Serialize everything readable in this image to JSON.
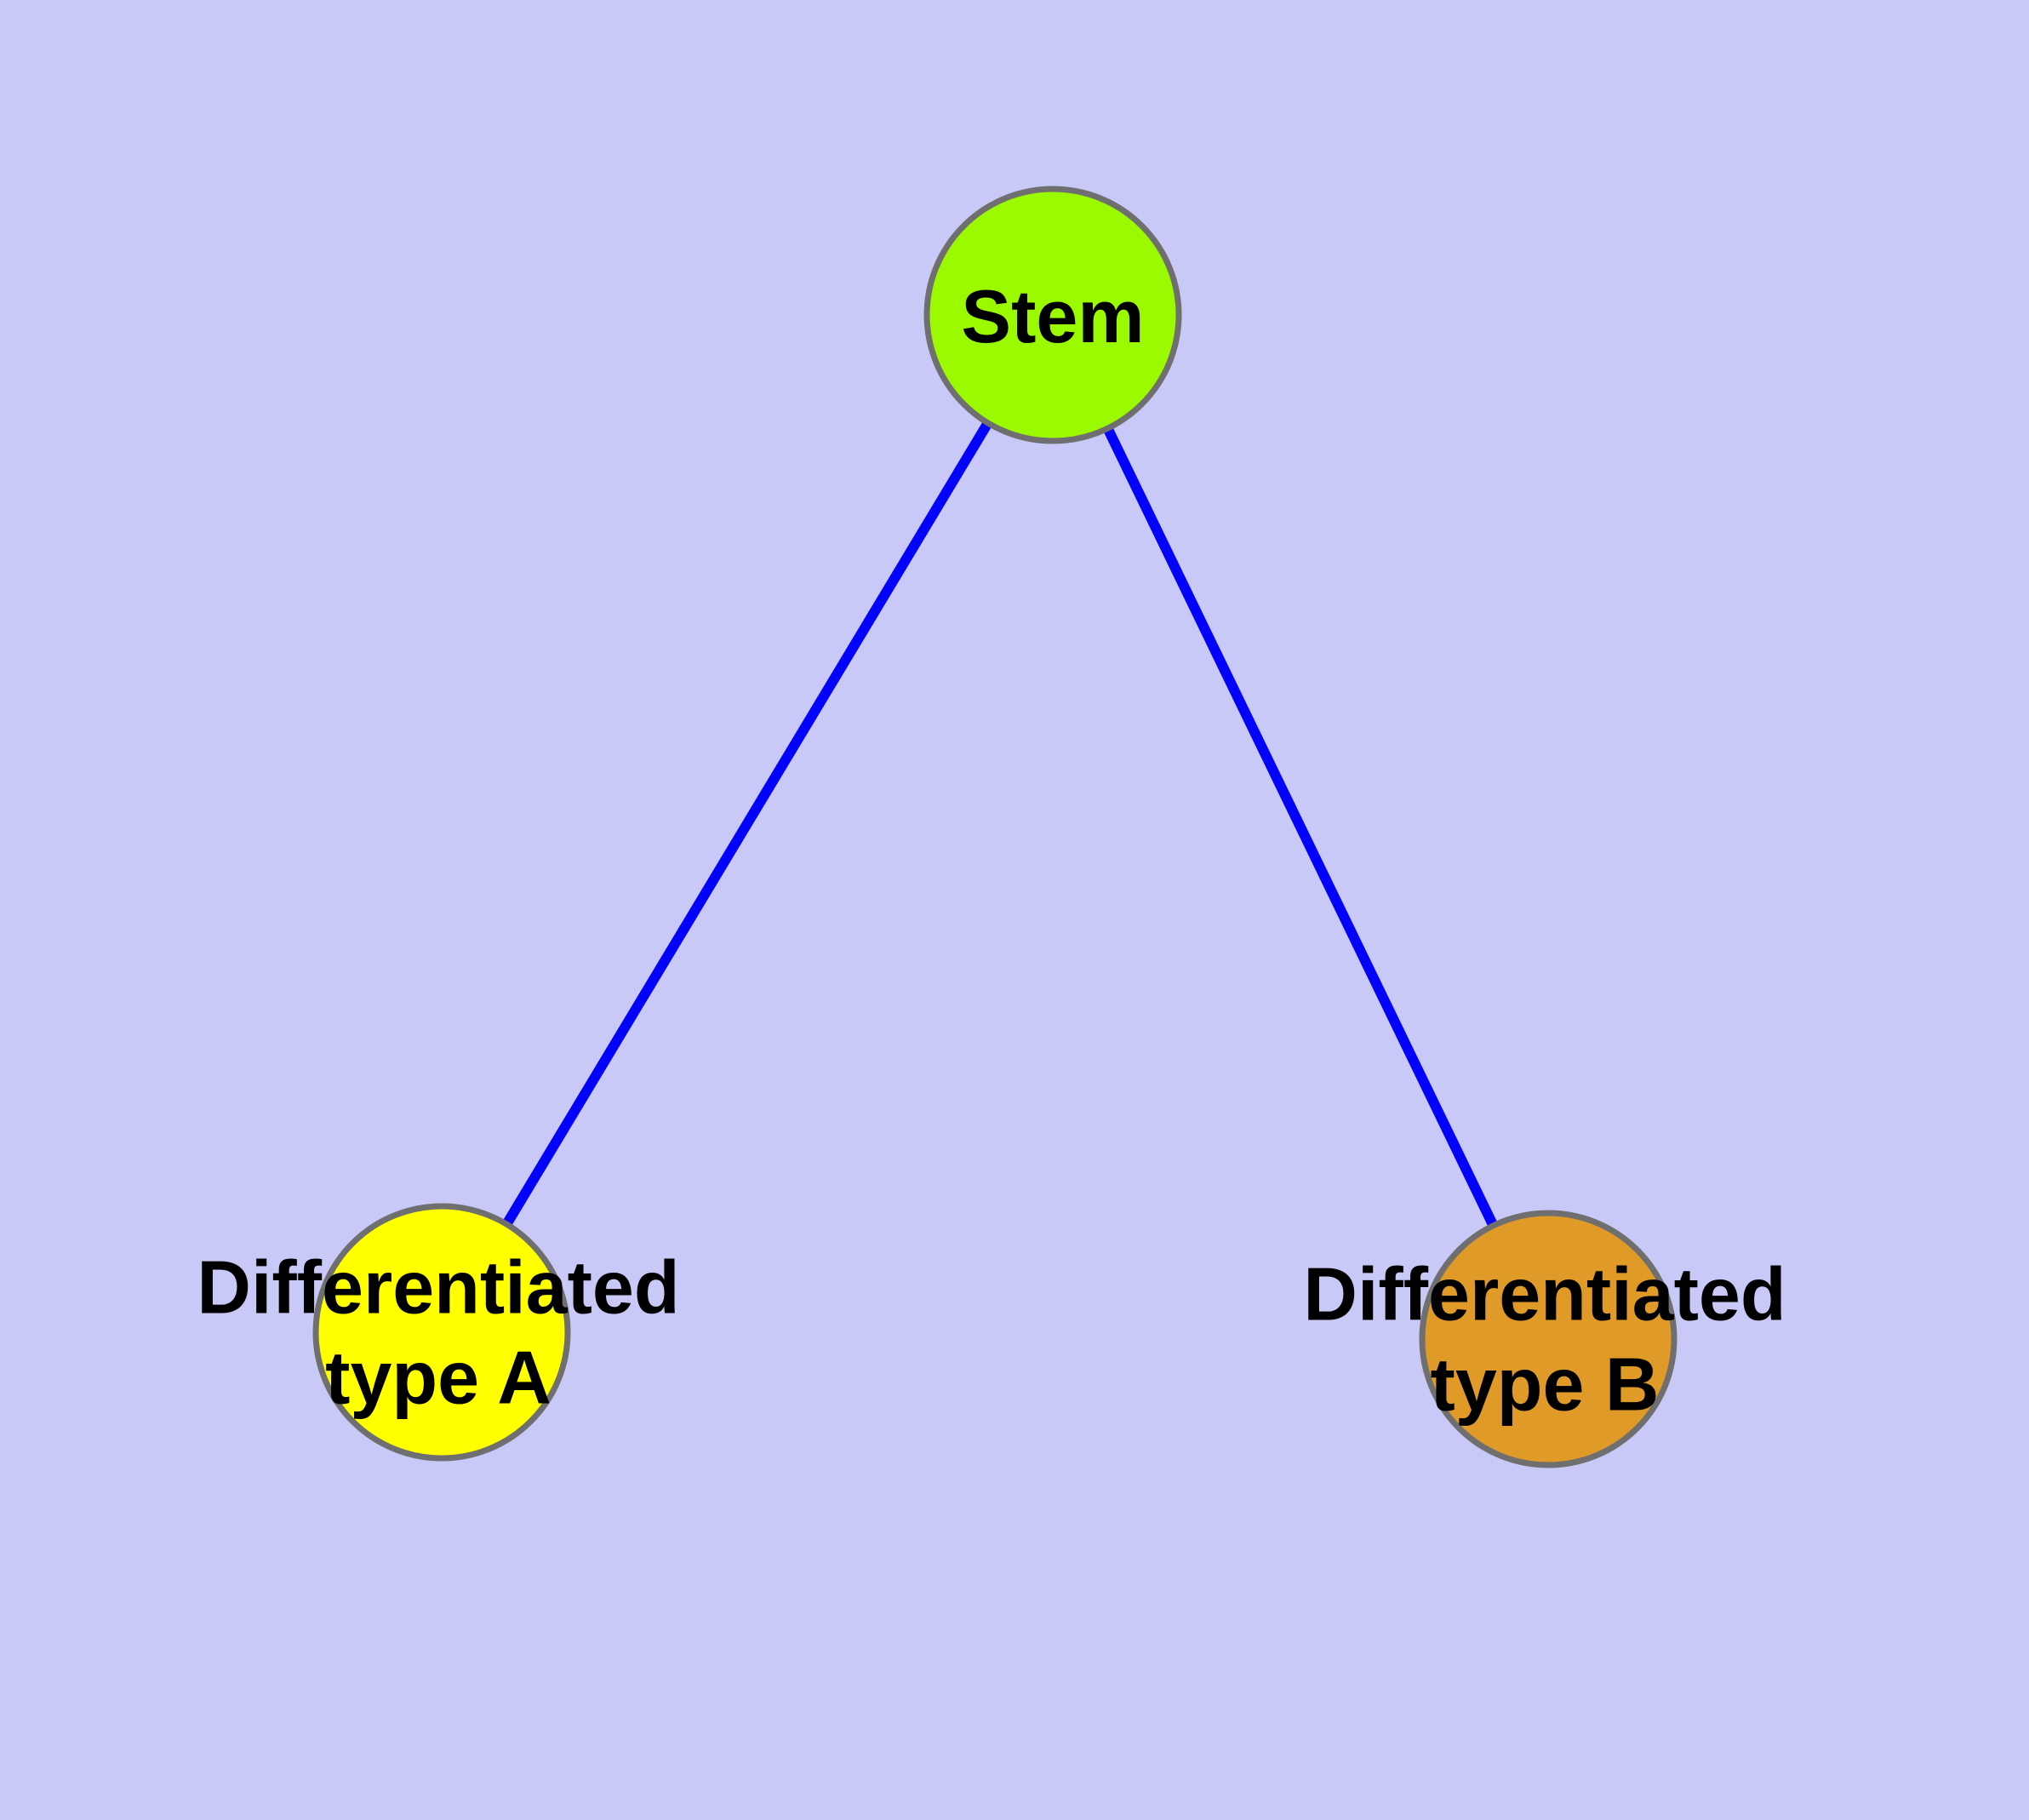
{
  "diagram": {
    "background_color": "#C9C9F7",
    "edge_color": "#0303FA",
    "node_border_color": "#6F6F6F",
    "text_color": "#000000",
    "nodes": {
      "stem": {
        "label": "Stem",
        "fill": "#9CFA00"
      },
      "type_a": {
        "label_line1": "Differentiated",
        "label_line2": "type A",
        "fill": "#FFFF00"
      },
      "type_b": {
        "label_line1": "Differentiated",
        "label_line2": "type B",
        "fill": "#E09A28"
      }
    },
    "edges": [
      {
        "from": "stem",
        "to": "type_a"
      },
      {
        "from": "stem",
        "to": "type_b"
      }
    ]
  }
}
